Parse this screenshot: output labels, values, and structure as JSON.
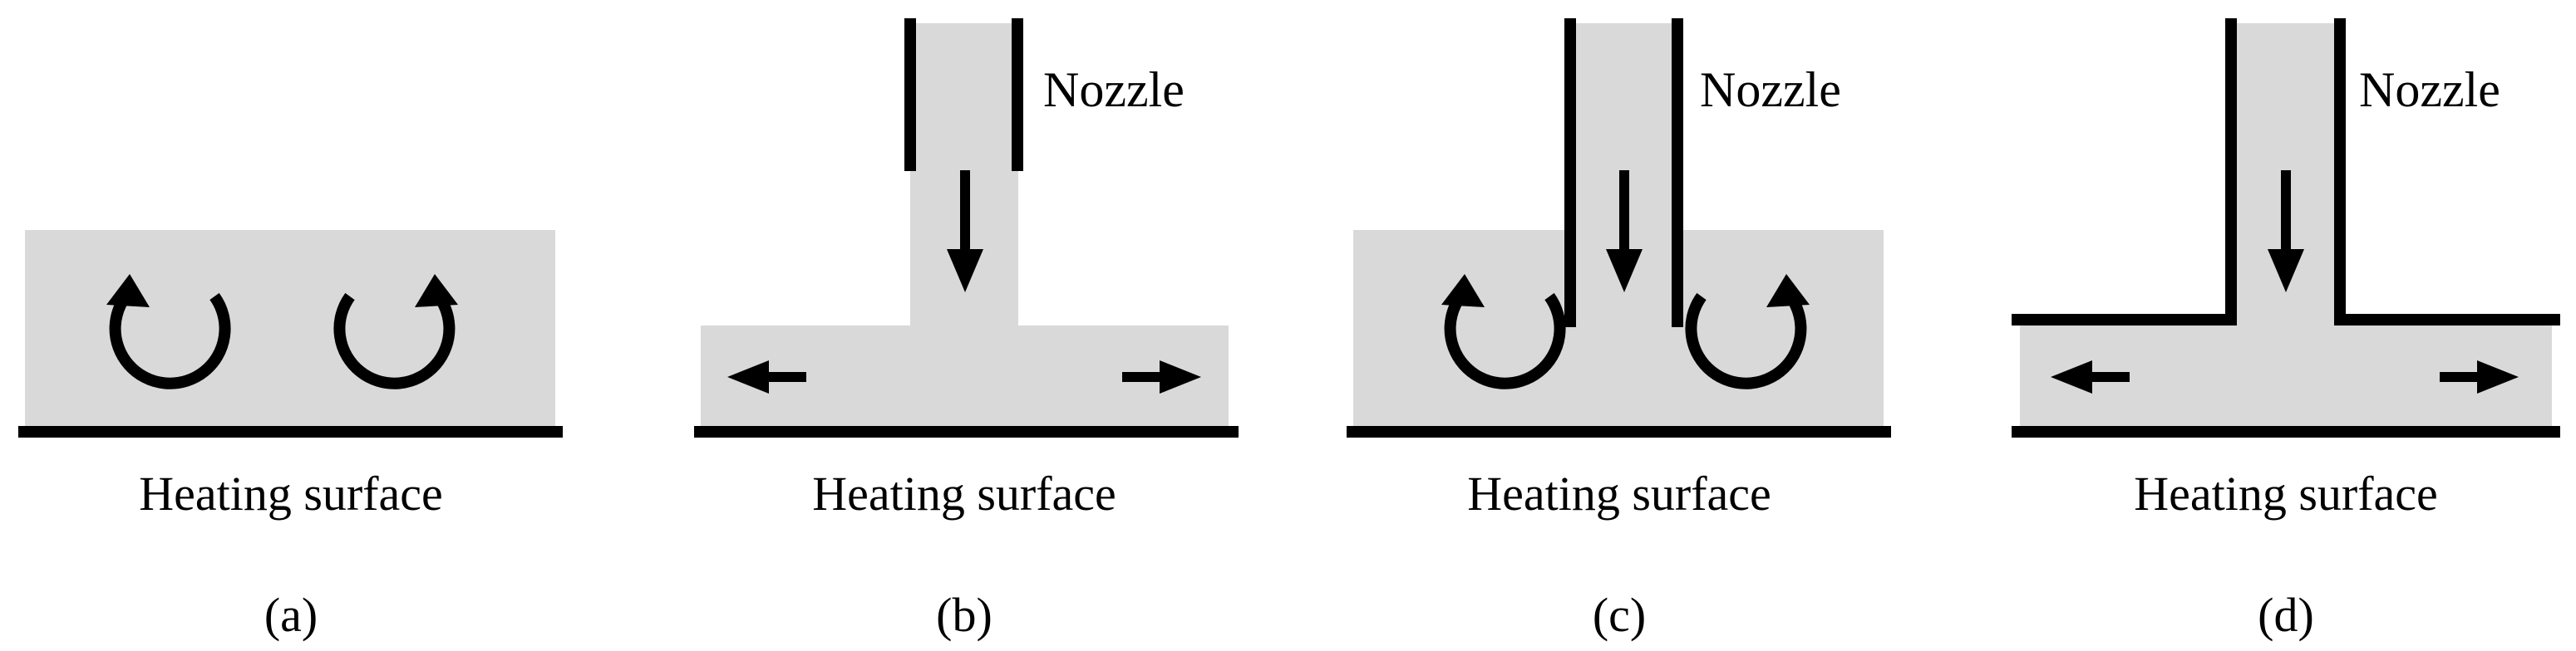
{
  "colors": {
    "fluid": "#d9d9d9",
    "wall": "#000000",
    "background": "#ffffff"
  },
  "panels": [
    {
      "id": "a",
      "label": "(a)",
      "surface_label": "Heating surface",
      "nozzle_label": ""
    },
    {
      "id": "b",
      "label": "(b)",
      "surface_label": "Heating surface",
      "nozzle_label": "Nozzle"
    },
    {
      "id": "c",
      "label": "(c)",
      "surface_label": "Heating surface",
      "nozzle_label": "Nozzle"
    },
    {
      "id": "d",
      "label": "(d)",
      "surface_label": "Heating surface",
      "nozzle_label": "Nozzle"
    }
  ]
}
